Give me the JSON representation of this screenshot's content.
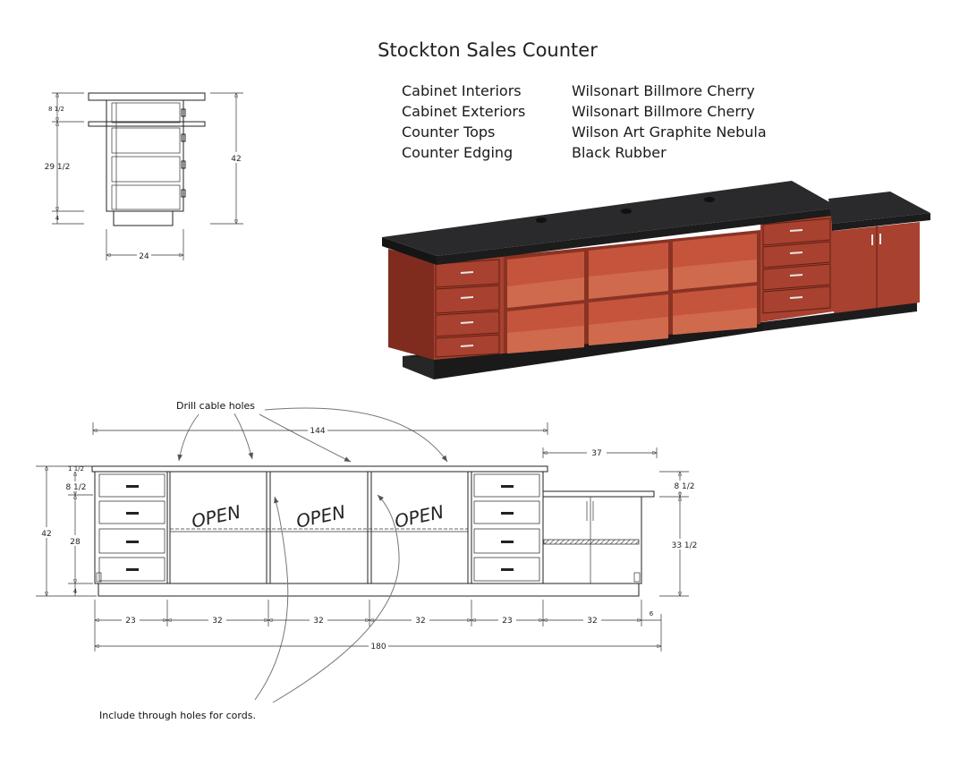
{
  "title": "Stockton Sales Counter",
  "specs": [
    {
      "label": "Cabinet Interiors",
      "value": "Wilsonart Billmore Cherry"
    },
    {
      "label": "Cabinet Exteriors",
      "value": "Wilsonart Billmore Cherry"
    },
    {
      "label": "Counter Tops",
      "value": "Wilson Art Graphite Nebula"
    },
    {
      "label": "Counter Edging",
      "value": "Black Rubber"
    }
  ],
  "side_view": {
    "dims": {
      "top": "8 1/2",
      "middle": "29 1/2",
      "base": "4",
      "height": "42",
      "width": "24"
    }
  },
  "front_view": {
    "annotations": {
      "drill": "Drill cable holes",
      "cords": "Include through holes for cords."
    },
    "open_label": "OPEN",
    "dims": {
      "overall_top": "144",
      "right_top": "37",
      "height_left": "42",
      "left_top": "8 1/2",
      "left_top_small": "1 1/2",
      "left_mid": "28",
      "left_base": "4",
      "right_top_h": "8 1/2",
      "right_mid_h": "33 1/2",
      "segments": [
        "23",
        "32",
        "32",
        "32",
        "23",
        "32"
      ],
      "end": "6",
      "overall_bottom": "180"
    }
  },
  "colors": {
    "cherry": "#a8412f",
    "cherry_dark": "#7f2c1f",
    "cherry_inner": "#c4553c",
    "top": "#2a2a2c"
  }
}
